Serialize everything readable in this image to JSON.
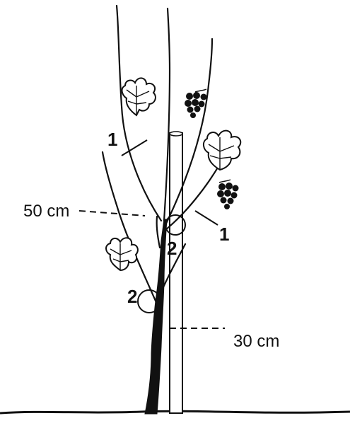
{
  "diagram": {
    "labels": {
      "branch_upper_left": "1",
      "branch_lower_right": "1",
      "bud_upper": "2",
      "bud_lower": "2",
      "height_upper": "50 cm",
      "height_lower": "30 cm"
    },
    "icons": [
      "vine-leaf-icon",
      "grape-cluster-icon"
    ],
    "colors": {
      "ink": "#111111",
      "background": "#ffffff"
    }
  }
}
